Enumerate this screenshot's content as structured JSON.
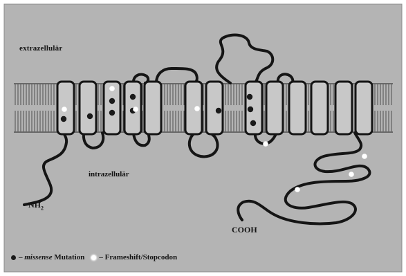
{
  "labels": {
    "extracellular": "extrazellulär",
    "intracellular": "intrazellulär",
    "n_terminus": "NH",
    "n_terminus_sub": "2",
    "c_terminus": "COOH"
  },
  "legend": {
    "missense_prefix": "– ",
    "missense_term": "missense",
    "missense_suffix": " Mutation",
    "frameshift": "– Frameshift/Stopcodon"
  },
  "colors": {
    "panel_background": "#b4b4b4",
    "membrane_lines": "#4e4e4e",
    "helix_fill": "#c8c8c8",
    "chain": "#151515",
    "missense_dot": "#1a1a1a",
    "frameshift_dot": "#ffffff"
  },
  "icons": {
    "missense": "black-dot",
    "frameshift": "white-dot"
  }
}
